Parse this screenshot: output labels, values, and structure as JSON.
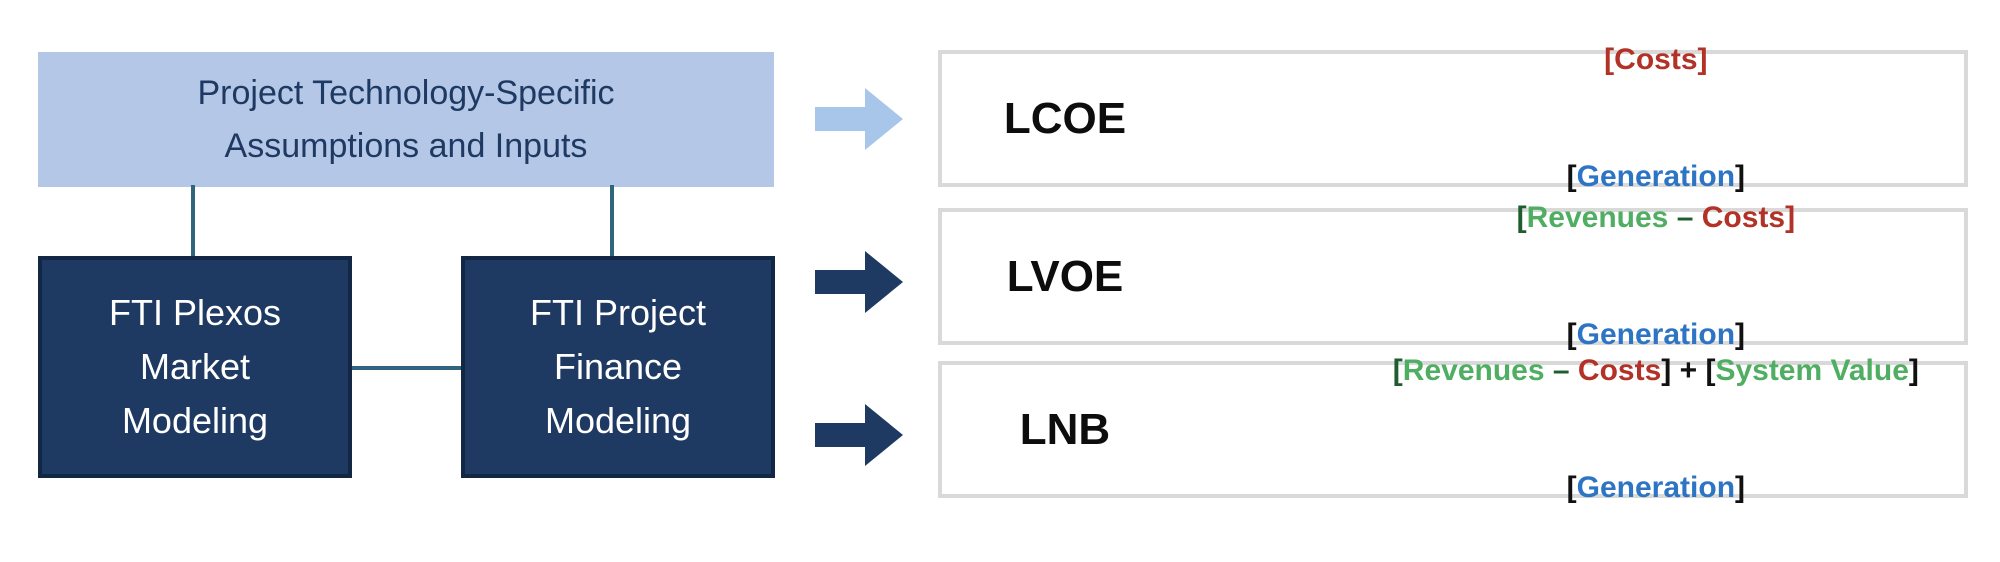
{
  "colors": {
    "red": "#B33228",
    "green": "#4FAE62",
    "dark_green": "#1F5C2E",
    "blue": "#2E74C4",
    "black": "#111111",
    "navy_fill": "#1F3A62",
    "navy_border": "#122743",
    "light_blue_fill": "#B4C7E7",
    "arrow_light_blue": "#A7C6E9",
    "connector_steel_blue": "#31647E",
    "metric_border_gray": "#D9D9D9"
  },
  "flow": {
    "assumptions_box": "Project Technology-Specific\nAssumptions and Inputs",
    "plexos_box": "FTI Plexos\nMarket\nModeling",
    "finance_box": "FTI Project\nFinance\nModeling"
  },
  "metrics": [
    {
      "label": "LCOE",
      "numerator": [
        {
          "text": "[Costs]",
          "color": "red"
        }
      ],
      "denominator": [
        {
          "text": "[",
          "color": "black"
        },
        {
          "text": "Generation",
          "color": "blue"
        },
        {
          "text": "]",
          "color": "black"
        }
      ]
    },
    {
      "label": "LVOE",
      "numerator": [
        {
          "text": "[",
          "color": "dark_green"
        },
        {
          "text": "Revenues",
          "color": "green"
        },
        {
          "text": " – ",
          "color": "dark_green"
        },
        {
          "text": "Costs",
          "color": "red"
        },
        {
          "text": "]",
          "color": "red"
        }
      ],
      "denominator": [
        {
          "text": "[",
          "color": "black"
        },
        {
          "text": "Generation",
          "color": "blue"
        },
        {
          "text": "]",
          "color": "black"
        }
      ]
    },
    {
      "label": "LNB",
      "numerator": [
        {
          "text": "[",
          "color": "dark_green"
        },
        {
          "text": "Revenues",
          "color": "green"
        },
        {
          "text": " – ",
          "color": "dark_green"
        },
        {
          "text": "Costs",
          "color": "red"
        },
        {
          "text": "] + [",
          "color": "black"
        },
        {
          "text": "System Value",
          "color": "green"
        },
        {
          "text": "]",
          "color": "black"
        }
      ],
      "denominator": [
        {
          "text": "[",
          "color": "black"
        },
        {
          "text": "Generation",
          "color": "blue"
        },
        {
          "text": "]",
          "color": "black"
        }
      ]
    }
  ]
}
